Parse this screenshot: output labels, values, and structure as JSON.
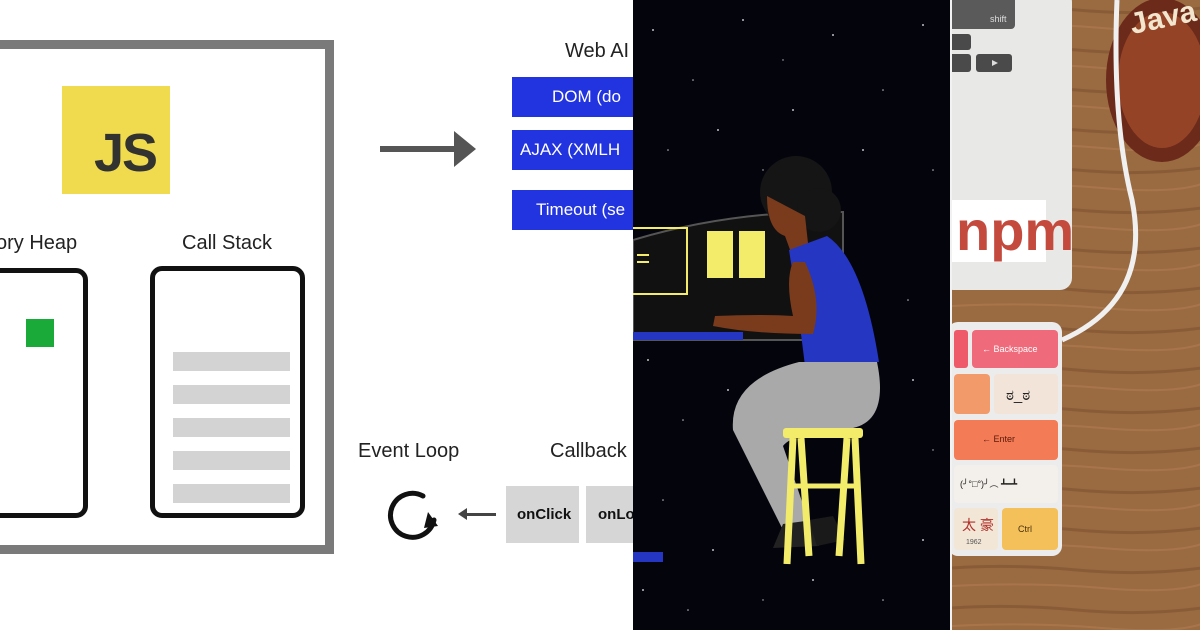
{
  "diagram": {
    "logo_text": "JS",
    "memory_heap_label": "ory Heap",
    "call_stack_label": "Call Stack",
    "web_apis_label": "Web AI",
    "web_apis": [
      "DOM (do",
      "AJAX (XMLH",
      "Timeout (se"
    ],
    "event_loop_label": "Event Loop",
    "callback_label": "Callback",
    "callbacks": [
      "onClick",
      "onLo"
    ],
    "heap_colors": [
      "#1aaa3a",
      "#f24f5f",
      "#2233e0"
    ],
    "api_color": "#2233e0",
    "logo_color": "#f0db4f"
  },
  "illustration": {
    "background": "#04040c",
    "shirt_color": "#2436c2",
    "stool_color": "#f3ec6a",
    "screen_accent": "#f3ec6a"
  },
  "photo": {
    "keys": {
      "shift": "shift",
      "backspace": "← Backspace",
      "emoticon": "ಠ_ಠ",
      "enter": "← Enter",
      "kaomoji": "(╯°□°)╯︵ ┻━┻",
      "kanji": "太 豪",
      "year": "1962",
      "ctrl": "Ctrl"
    },
    "sticker_text": "npm",
    "mug_text": "Java"
  }
}
